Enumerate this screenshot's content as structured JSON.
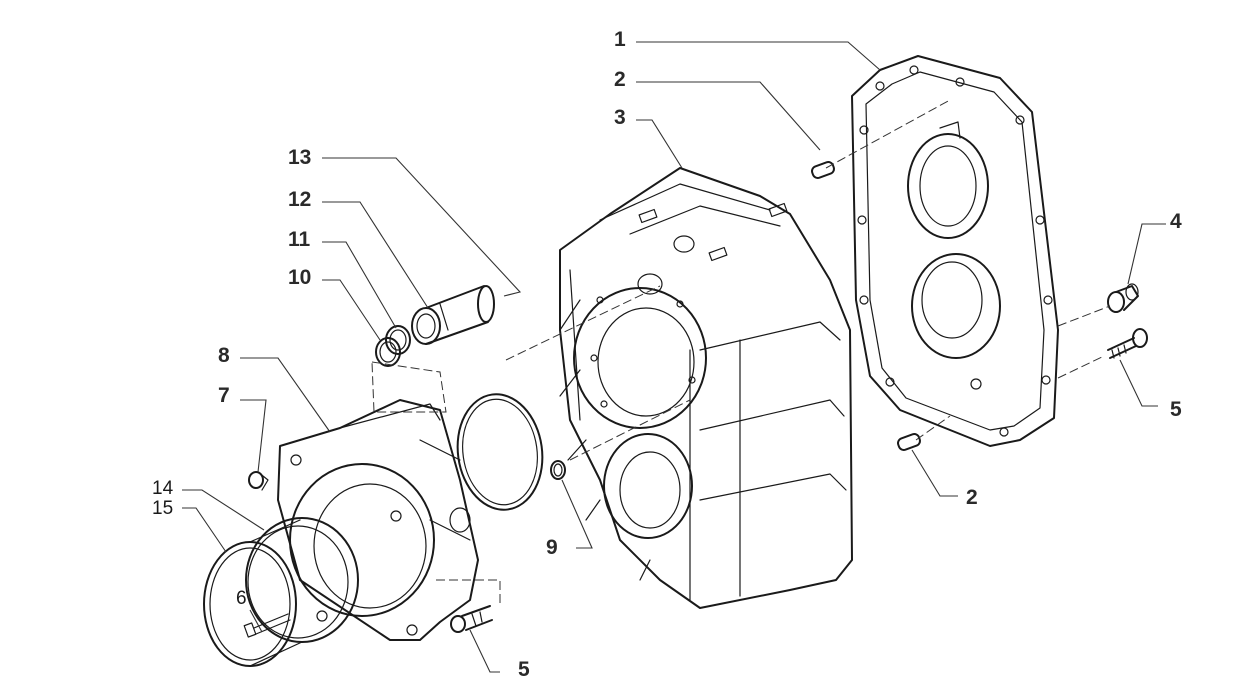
{
  "callouts": {
    "c1": "1",
    "c2a": "2",
    "c2b": "2",
    "c3": "3",
    "c4": "4",
    "c5a": "5",
    "c5b": "5",
    "c6": "6",
    "c7": "7",
    "c8": "8",
    "c9": "9",
    "c10": "10",
    "c11": "11",
    "c12": "12",
    "c13": "13",
    "c14": "14",
    "c15": "15"
  }
}
